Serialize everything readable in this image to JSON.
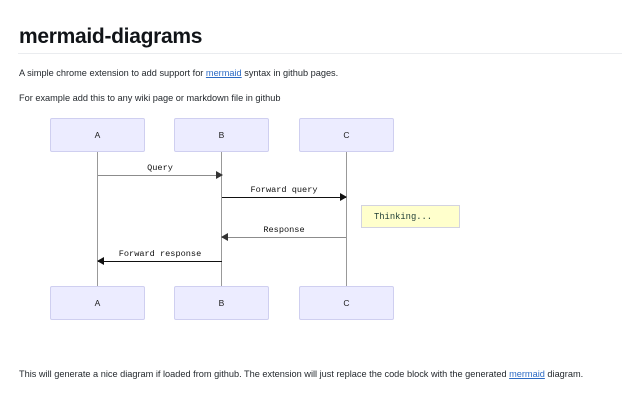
{
  "header": {
    "title": "mermaid-diagrams"
  },
  "intro": {
    "line1_part1": "A simple chrome extension to add support for ",
    "line1_link": "mermaid",
    "line1_part2": " syntax in github pages.",
    "line2": "For example add this to any wiki page or markdown file in github"
  },
  "footer": {
    "part1": "This will generate a nice diagram if loaded from github. The extension will just replace the code block with the generated ",
    "link": "mermaid",
    "part2": " diagram."
  },
  "diagram": {
    "type": "sequence",
    "actors_top": [
      {
        "label": "A"
      },
      {
        "label": "B"
      },
      {
        "label": "C"
      }
    ],
    "actors_bottom": [
      {
        "label": "A"
      },
      {
        "label": "B"
      },
      {
        "label": "C"
      }
    ],
    "messages": [
      {
        "label": "Query",
        "from": "A",
        "to": "B",
        "direction": "right",
        "color": "gray"
      },
      {
        "label": "Forward query",
        "from": "B",
        "to": "C",
        "direction": "right",
        "color": "black"
      },
      {
        "label": "Response",
        "from": "C",
        "to": "B",
        "direction": "left",
        "color": "gray"
      },
      {
        "label": "Forward response",
        "from": "B",
        "to": "A",
        "direction": "left",
        "color": "black"
      }
    ],
    "note": {
      "text": "Thinking...",
      "over": "C"
    }
  },
  "colors": {
    "actor_fill": "#ececff",
    "actor_border": "#cfcff0",
    "note_fill": "#ffffcc",
    "note_border": "#d3d3e0",
    "link": "#2d6bc4",
    "arrow_gray": "#8c8c8c",
    "arrow_black": "#111111",
    "text": "#24292e"
  }
}
